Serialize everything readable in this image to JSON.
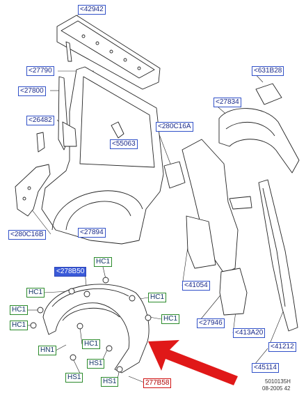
{
  "labels": {
    "p42942": "<42942",
    "p27790": "<27790",
    "p27800": "<27800",
    "p26482": "<26482",
    "p55063": "<55063",
    "p280C16A": "<280C16A",
    "p280C16B": "<280C16B",
    "p27894": "<27894",
    "p631B28": "<631B28",
    "p27834": "<27834",
    "p41054": "<41054",
    "p27946": "<27946",
    "p413A20": "<413A20",
    "p41212": "<41212",
    "p45114": "<45114",
    "p278B50": "<278B50",
    "hc1_a": "HC1",
    "hc1_b": "HC1",
    "hc1_c": "HC1",
    "hc1_d": "HC1",
    "hc1_e": "HC1",
    "hc1_f": "HC1",
    "hc1_g": "HC1",
    "hn1": "HN1",
    "hs1_a": "HS1",
    "hs1_b": "HS1",
    "hs1_c": "HS1",
    "p277B58": "277B58"
  },
  "footer": {
    "code": "5010135H",
    "date": "08-2005 42"
  },
  "colors": {
    "label_blue": "#3050c8",
    "label_green": "#2a8a2a",
    "label_red": "#d01010",
    "label_filled": "#3a5ad8",
    "arrow": "#e01818"
  }
}
